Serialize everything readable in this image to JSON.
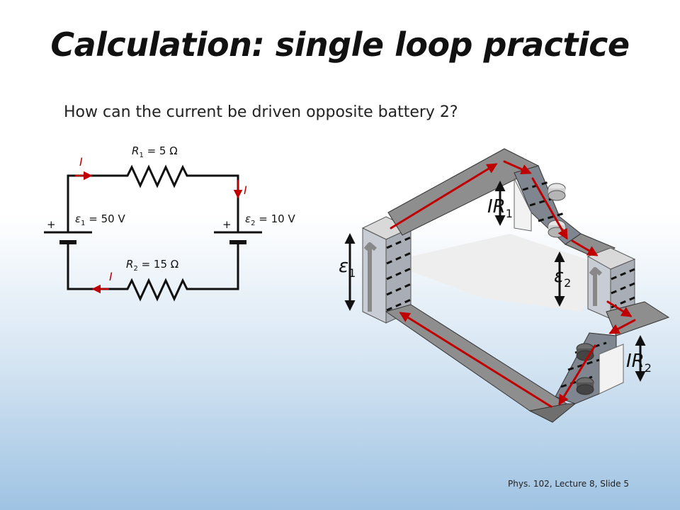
{
  "slide": {
    "title": "Calculation: single loop practice",
    "question": "How can the current be driven opposite battery 2?",
    "footer": "Phys. 102, Lecture 8, Slide 5"
  },
  "circuit": {
    "r1": {
      "sym": "R",
      "sub": "1",
      "val": " = 5 Ω"
    },
    "r2": {
      "sym": "R",
      "sub": "2",
      "val": " = 15 Ω"
    },
    "emf1": {
      "sym": "ε",
      "sub": "1",
      "val": " = 50 V"
    },
    "emf2": {
      "sym": "ε",
      "sub": "2",
      "val": " = 10 V"
    },
    "current_label": "I",
    "plus": "+"
  },
  "model": {
    "ir1": {
      "sym": "IR",
      "sub": "1"
    },
    "ir2": {
      "sym": "IR",
      "sub": "2"
    },
    "e1": {
      "sym": "ε",
      "sub": "1"
    },
    "e2": {
      "sym": "ε",
      "sub": "2"
    }
  },
  "colors": {
    "current": "#c00000",
    "wire": "#111111",
    "track": "#8a8a8a"
  }
}
